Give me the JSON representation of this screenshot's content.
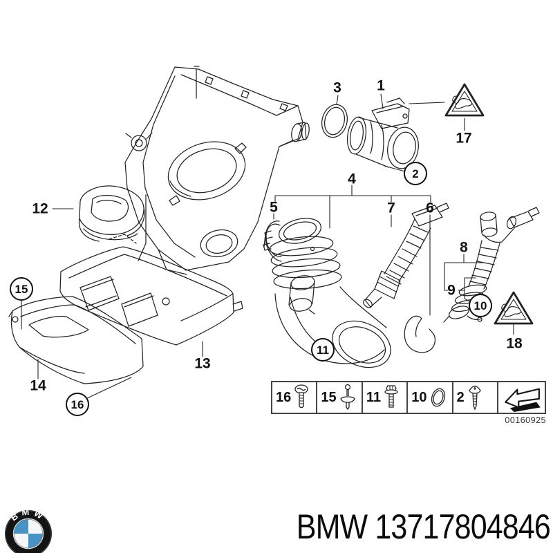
{
  "diagram": {
    "callouts": [
      {
        "number": "1",
        "style": "plain"
      },
      {
        "number": "2",
        "style": "circled"
      },
      {
        "number": "3",
        "style": "plain"
      },
      {
        "number": "4",
        "style": "plain"
      },
      {
        "number": "5",
        "style": "plain"
      },
      {
        "number": "6",
        "style": "plain"
      },
      {
        "number": "7",
        "style": "plain"
      },
      {
        "number": "8",
        "style": "plain"
      },
      {
        "number": "9",
        "style": "plain"
      },
      {
        "number": "10",
        "style": "circled"
      },
      {
        "number": "11",
        "style": "circled"
      },
      {
        "number": "12",
        "style": "plain"
      },
      {
        "number": "13",
        "style": "plain"
      },
      {
        "number": "14",
        "style": "plain"
      },
      {
        "number": "15",
        "style": "circled"
      },
      {
        "number": "16",
        "style": "circled"
      },
      {
        "number": "17",
        "style": "plain"
      },
      {
        "number": "18",
        "style": "plain"
      }
    ],
    "warning_triangles": [
      {
        "id": "17",
        "symbol": "rodent-bite-warning"
      },
      {
        "id": "18",
        "symbol": "rodent-bite-warning"
      }
    ],
    "image_code": "00160925",
    "fastener_table": {
      "items": [
        {
          "number": "16",
          "icon": "flat-head-screw-icon"
        },
        {
          "number": "15",
          "icon": "expanding-rivet-icon"
        },
        {
          "number": "11",
          "icon": "hex-flange-bolt-icon"
        },
        {
          "number": "10",
          "icon": "o-ring-icon"
        },
        {
          "number": "2",
          "icon": "pan-head-screw-icon"
        }
      ],
      "direction_cell_icon": "direction-arrow-icon"
    }
  },
  "footer": {
    "logo_letters": "BMW",
    "part_label": "BMW 13717804846"
  },
  "colors": {
    "line": "#222222",
    "roundel_black": "#141414",
    "roundel_blue": "#4992c5",
    "text": "#0b0b0b"
  }
}
